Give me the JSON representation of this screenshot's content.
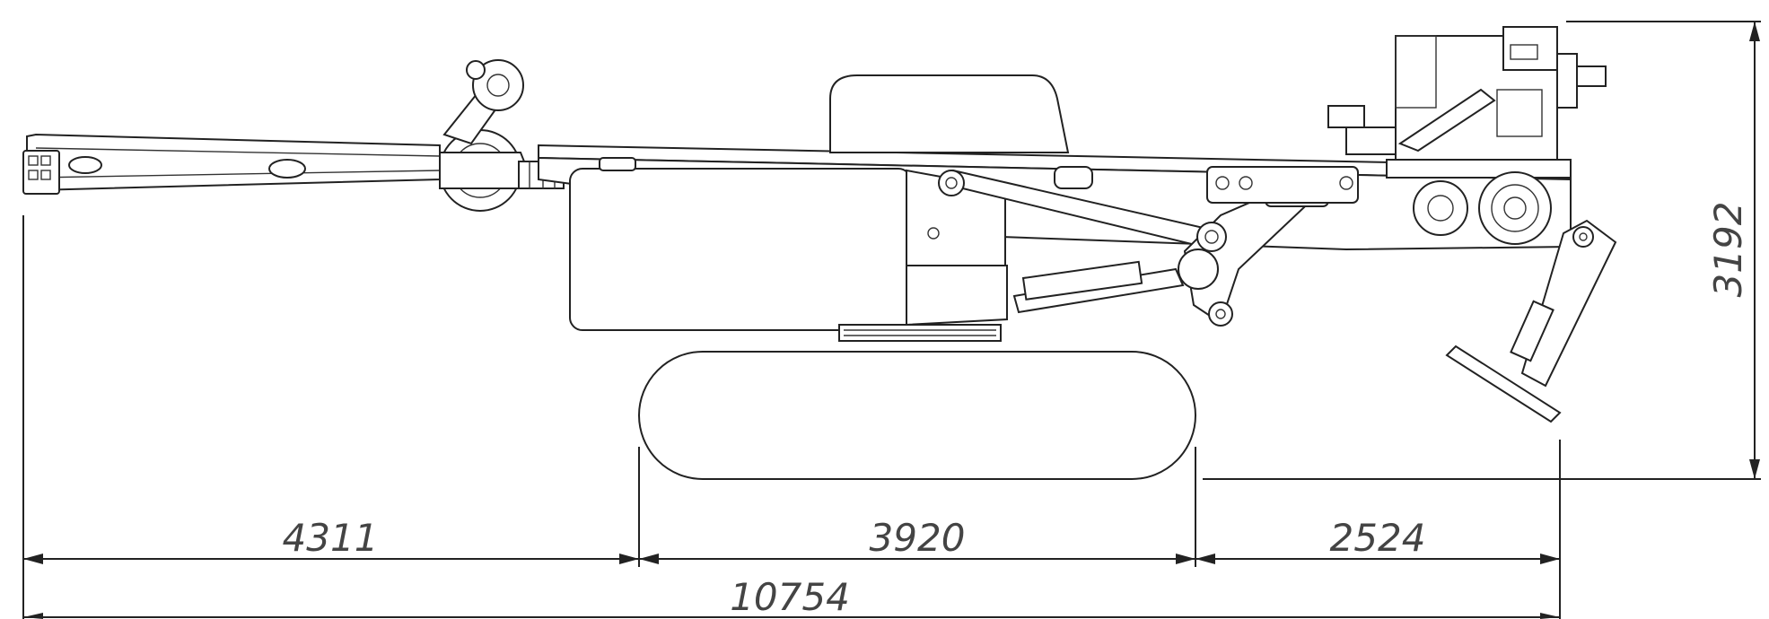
{
  "dimensions": {
    "left_overhang": "4311",
    "track_length": "3920",
    "right_overhang": "2524",
    "overall_length": "10754",
    "overall_height": "3192"
  }
}
